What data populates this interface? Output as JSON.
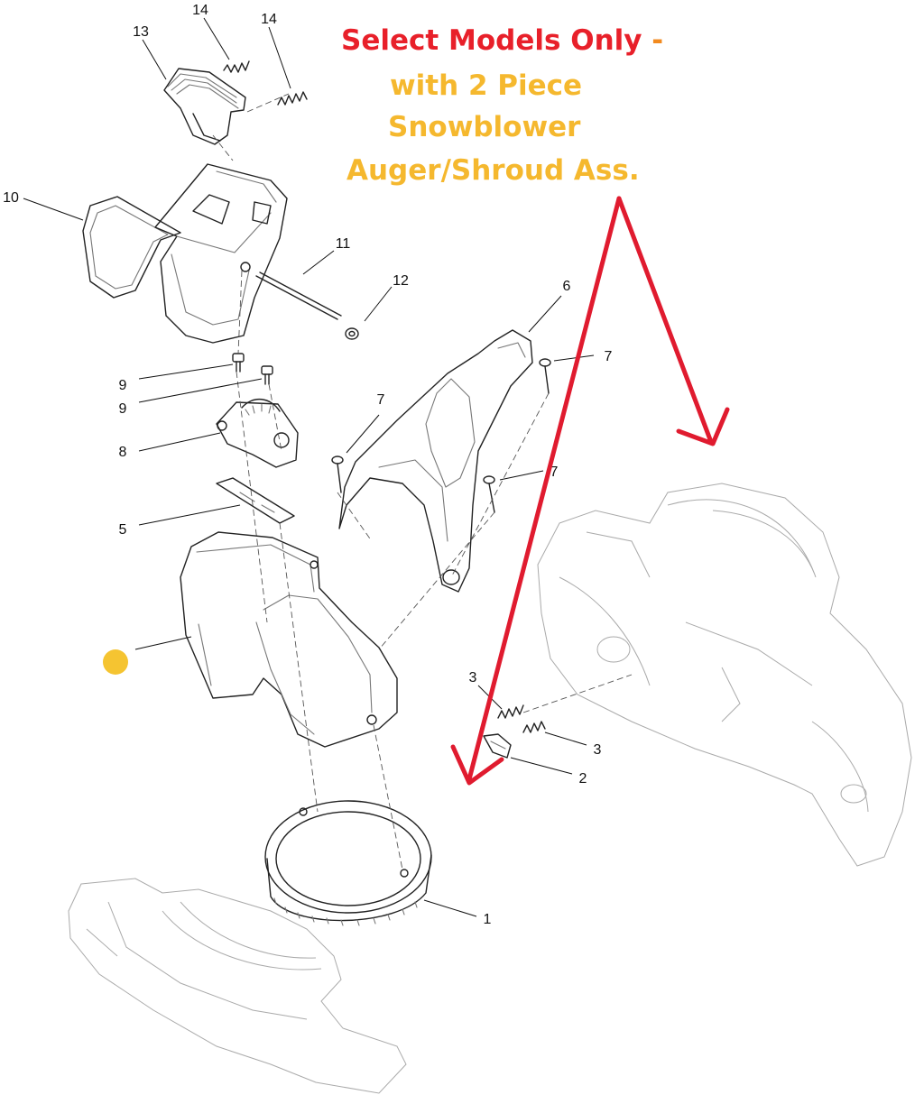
{
  "note": {
    "line1_red": "Select Models Only",
    "line1_sep": " -",
    "line2": "with 2 Piece",
    "line3": "Snowblower",
    "line4": "Auger/Shroud Ass.",
    "color_red": "#e8202a",
    "color_orange": "#f28a1e",
    "color_yellow": "#f5b82e"
  },
  "callouts": {
    "c1": "1",
    "c2": "2",
    "c3a": "3",
    "c3b": "3",
    "c5": "5",
    "c6": "6",
    "c7a": "7",
    "c7b": "7",
    "c7c": "7",
    "c8": "8",
    "c9a": "9",
    "c9b": "9",
    "c10": "10",
    "c11": "11",
    "c12": "12",
    "c13": "13",
    "c14a": "14",
    "c14b": "14"
  },
  "marker": {
    "color": "#f5c431"
  },
  "arrow": {
    "color": "#e01b2f"
  }
}
